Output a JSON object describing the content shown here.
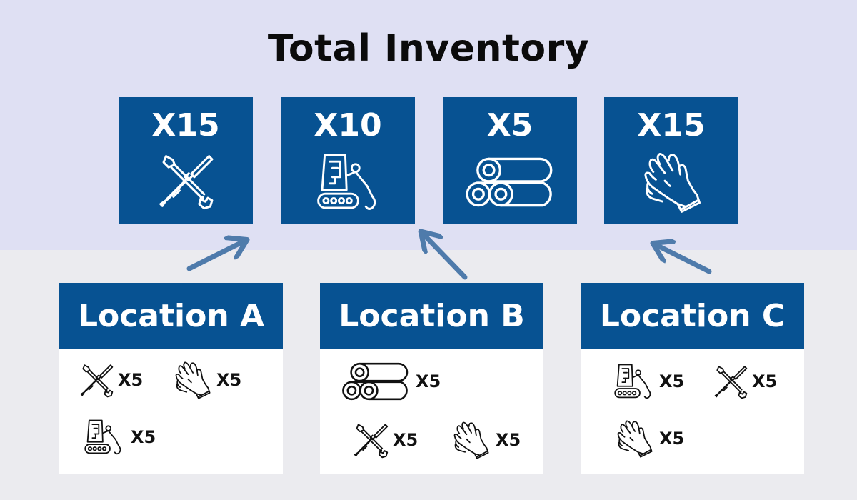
{
  "title": "Total Inventory",
  "colors": {
    "tile": "#075292",
    "top_band": "#dfe0f3",
    "bottom_band": "#ebebef",
    "arrow": "#4f7bab"
  },
  "totals": [
    {
      "count": "X15",
      "icon": "tools-icon"
    },
    {
      "count": "X10",
      "icon": "excavator-icon"
    },
    {
      "count": "X5",
      "icon": "pipes-icon"
    },
    {
      "count": "X15",
      "icon": "gloves-icon"
    }
  ],
  "locations": [
    {
      "name": "Location A",
      "items": [
        {
          "icon": "tools-icon",
          "count": "X5"
        },
        {
          "icon": "gloves-icon",
          "count": "X5"
        },
        {
          "icon": "excavator-icon",
          "count": "X5"
        }
      ]
    },
    {
      "name": "Location B",
      "items": [
        {
          "icon": "pipes-icon",
          "count": "X5"
        },
        {
          "icon": "tools-icon",
          "count": "X5"
        },
        {
          "icon": "gloves-icon",
          "count": "X5"
        }
      ]
    },
    {
      "name": "Location C",
      "items": [
        {
          "icon": "excavator-icon",
          "count": "X5"
        },
        {
          "icon": "tools-icon",
          "count": "X5"
        },
        {
          "icon": "gloves-icon",
          "count": "X5"
        }
      ]
    }
  ]
}
